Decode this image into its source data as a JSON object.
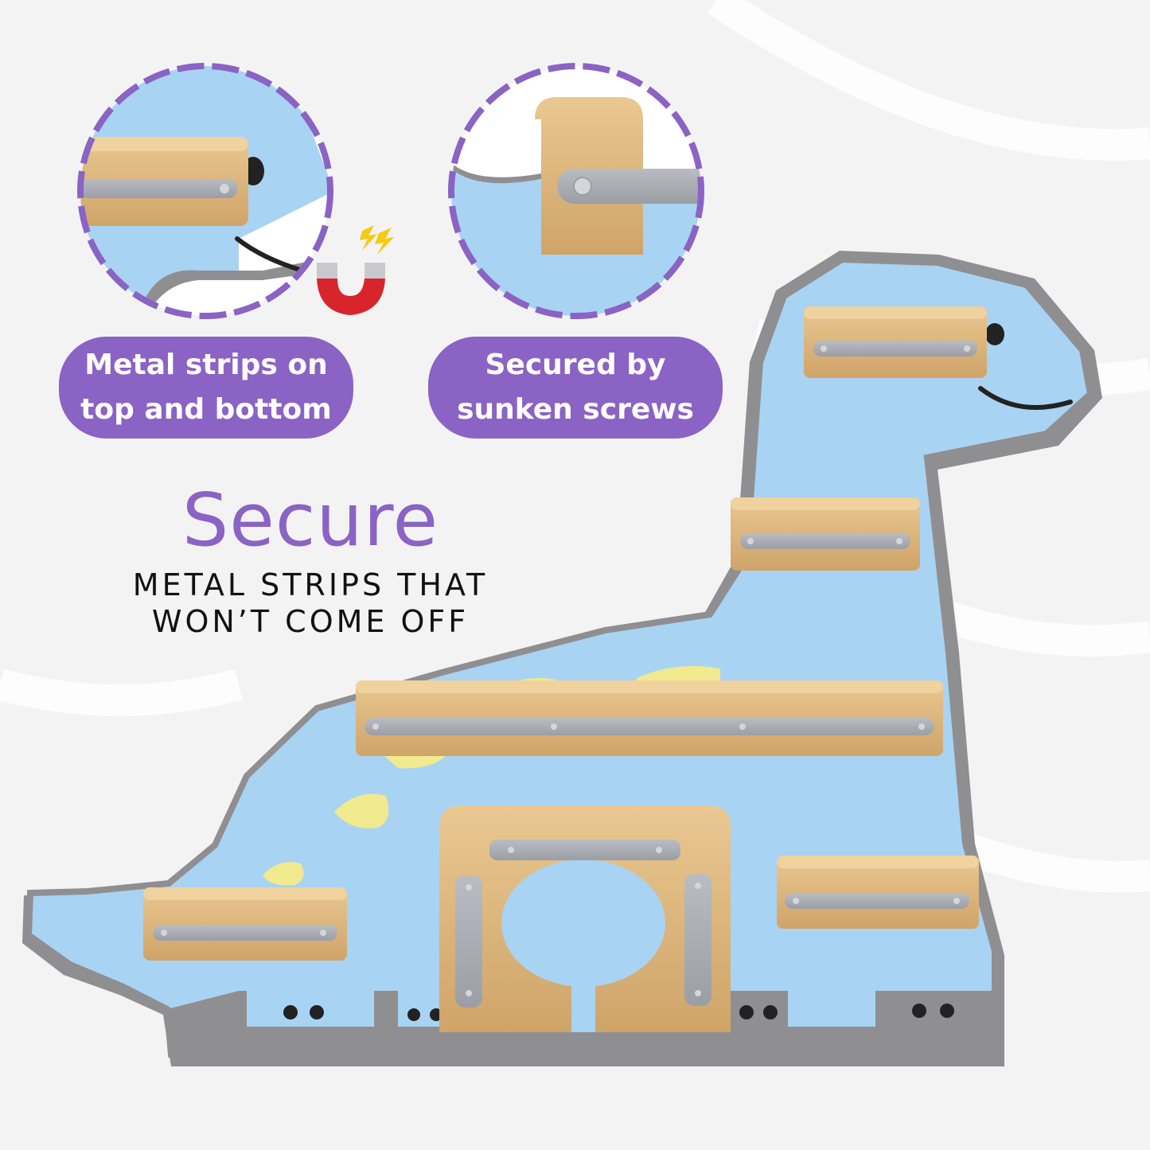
{
  "callouts": {
    "left": {
      "line1": "Metal strips on",
      "line2": "top and bottom"
    },
    "right": {
      "line1": "Secured by",
      "line2": "sunken screws"
    }
  },
  "headline": "Secure",
  "subline": {
    "line1": "METAL STRIPS THAT",
    "line2": "WON’T COME OFF"
  },
  "icons": [
    "magnet-icon",
    "lightning-icon"
  ],
  "colors": {
    "accent": "#8a63c4",
    "board": "#a9d3f2",
    "edge": "#8f8f92",
    "wood": "#ddb77d",
    "metal": "#a7aab0"
  }
}
